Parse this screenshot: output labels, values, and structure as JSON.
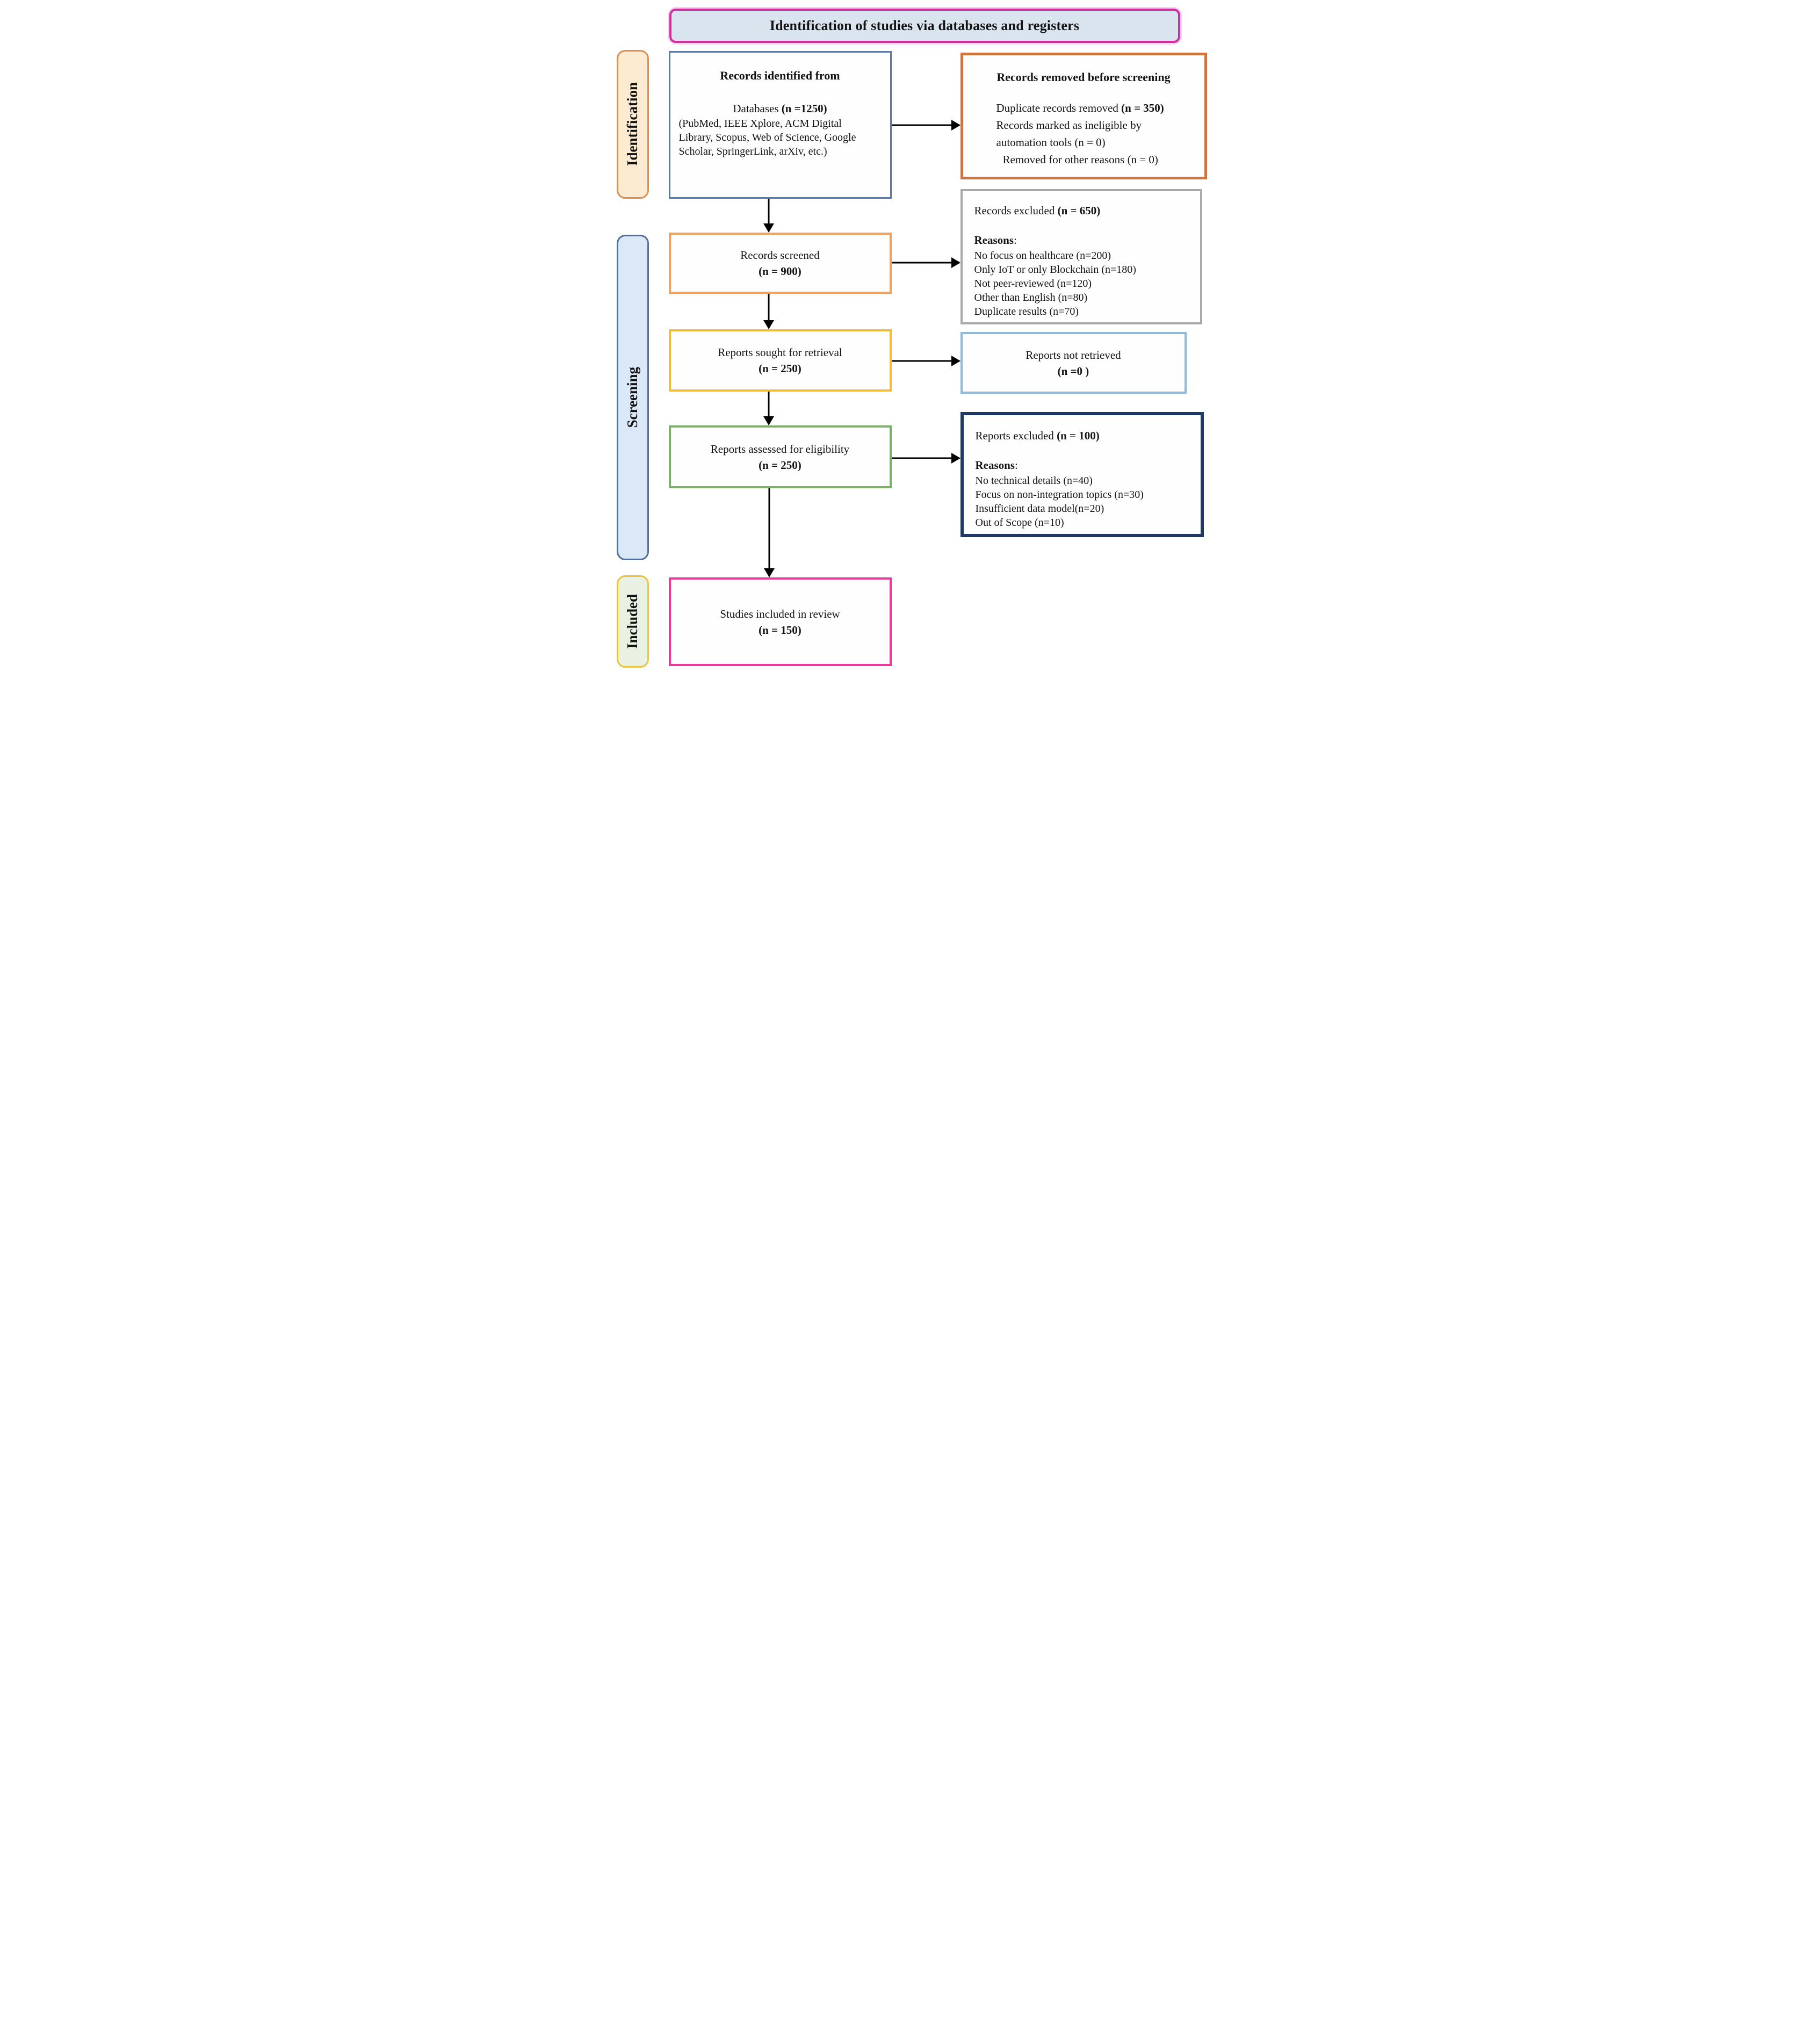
{
  "title": "Identification of studies via databases and registers",
  "stages": {
    "identification": "Identification",
    "screening": "Screening",
    "included": "Included"
  },
  "boxes": {
    "identified": {
      "heading": "Records identified from",
      "sub_plain": "Databases ",
      "sub_bold": "(n =1250)",
      "detail": "(PubMed, IEEE Xplore, ACM Digital Library, Scopus, Web of Science, Google Scholar, SpringerLink, arXiv, etc.)"
    },
    "removed": {
      "heading": "Records removed before screening",
      "line1_plain": "Duplicate records removed ",
      "line1_bold": "(n = 350)",
      "line2": "Records marked as ineligible by automation tools (n = 0)",
      "line3": "Removed for other reasons (n = 0)"
    },
    "screened": {
      "line1": "Records screened",
      "line2": "(n = 900)"
    },
    "records_excluded": {
      "heading_plain": "Records excluded ",
      "heading_bold": "(n = 650)",
      "reasons_label": "Reasons",
      "reasons_colon": ":",
      "reasons": [
        "No focus on healthcare (n=200)",
        "Only IoT or only Blockchain (n=180)",
        "Not peer-reviewed  (n=120)",
        "Other than English (n=80)",
        "Duplicate results (n=70)"
      ]
    },
    "sought": {
      "line1": "Reports sought for retrieval",
      "line2": "(n = 250)"
    },
    "not_retrieved": {
      "line1": "Reports not retrieved",
      "line2": "(n =0 )"
    },
    "assessed": {
      "line1": "Reports assessed for eligibility",
      "line2": "(n = 250)"
    },
    "reports_excluded": {
      "heading_plain": "Reports excluded ",
      "heading_bold": "(n = 100)",
      "reasons_label": "Reasons",
      "reasons_colon": ":",
      "reasons": [
        "No technical details (n=40)",
        "Focus on non-integration topics (n=30)",
        "Insufficient data model(n=20)",
        "Out of Scope (n=10)"
      ]
    },
    "included_box": {
      "line1": "Studies included in review",
      "line2": "(n = 150)"
    }
  },
  "colors": {
    "title_fill": "#d9e4ee",
    "title_border": "#cf2da0",
    "identified_border": "#4a7ebb",
    "removed_border": "#cf7440",
    "screened_border": "#efa35e",
    "records_excluded_border": "#a9a9a9",
    "sought_border": "#f2bd3b",
    "not_retrieved_border": "#8cbade",
    "assessed_border": "#7ab269",
    "reports_excluded_border": "#1f3864",
    "included_box_border": "#e93a9b",
    "stage_identification_fill": "#fcebd0",
    "stage_identification_border": "#dd8f52",
    "stage_screening_fill": "#dbe8f7",
    "stage_screening_border": "#527099",
    "stage_included_fill": "#e8f1e2",
    "stage_included_border": "#edc23f",
    "arrow": "#000000"
  }
}
